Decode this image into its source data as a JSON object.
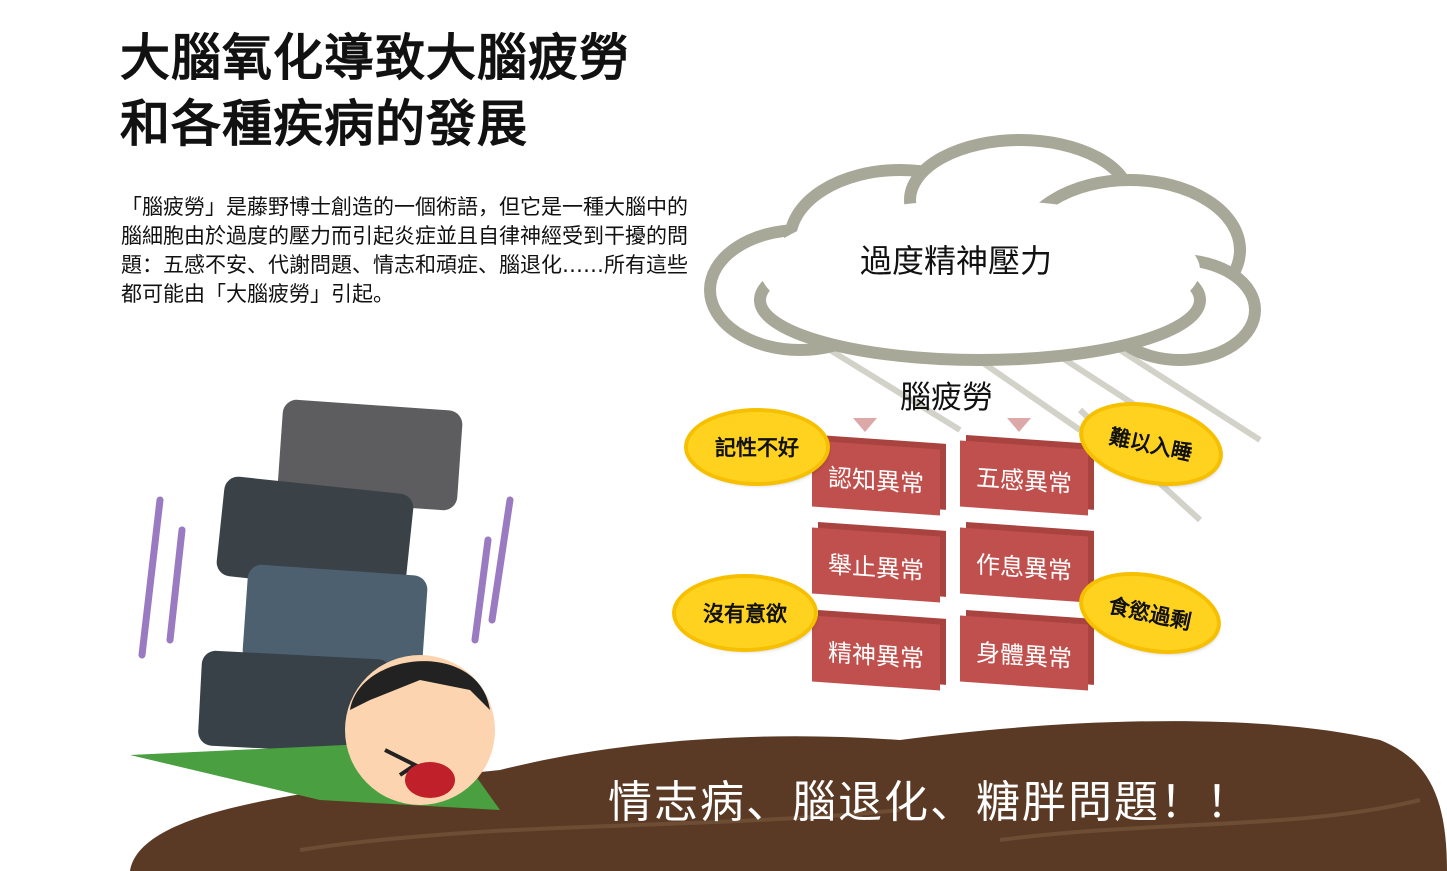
{
  "title": {
    "line1": "大腦氧化導致大腦疲勞",
    "line2": "和各種疾病的發展"
  },
  "description": "「腦疲勞」是藤野博士創造的一個術語，但它是一種大腦中的腦細胞由於過度的壓力而引起炎症並且自律神經受到干擾的問題：五感不安、代謝問題、情志和頑症、腦退化……所有這些都可能由「大腦疲勞」引起。",
  "cloud_label": "過度精神壓力",
  "fatigue_label": "腦疲勞",
  "boxes": {
    "left": [
      "認知異常",
      "舉止異常",
      "精神異常"
    ],
    "right": [
      "五感異常",
      "作息異常",
      "身體異常"
    ]
  },
  "bubbles": {
    "memory": "記性不好",
    "sleep": "難以入睡",
    "motivation": "沒有意欲",
    "appetite": "食慾過剩"
  },
  "bottom_text": "情志病、腦退化、糖胖問題！！",
  "colors": {
    "box": "#c0504d",
    "bubble": "#ffd21f",
    "cloud": "#a8a898",
    "ground": "#5a3a25"
  }
}
